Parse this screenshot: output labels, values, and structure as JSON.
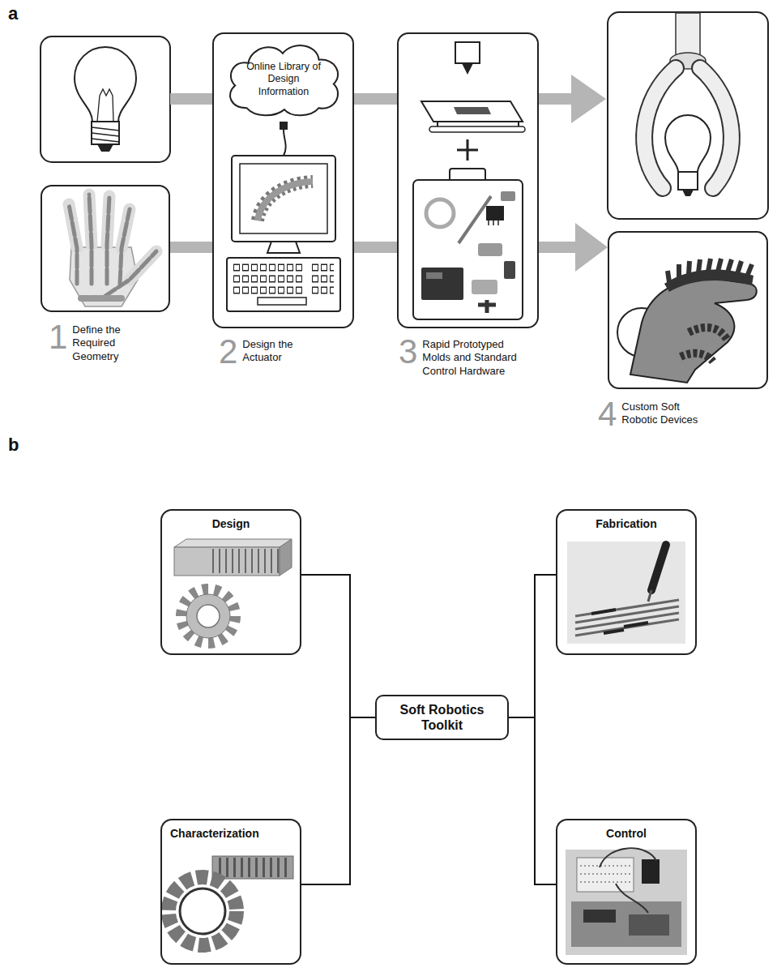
{
  "diagram": {
    "nodes": [
      {
        "text": [
          "1",
          "Define the Required Geometry"
        ]
      },
      {
        "text": [
          "2",
          "Design the Actuator"
        ]
      },
      {
        "text": [
          "Online Library of Design Information"
        ],
        "in": 1
      },
      {
        "text": [
          "3",
          "Rapid Prototyped Molds and Standard Control Hardware"
        ]
      },
      {
        "text": [
          "4",
          "Custom Soft Robotic Devices"
        ]
      },
      {
        "text": [
          "Design"
        ]
      },
      {
        "text": [
          "Fabrication"
        ]
      },
      {
        "text": [
          "Soft Robotics Toolkit"
        ]
      },
      {
        "text": [
          "Characterization"
        ]
      },
      {
        "text": [
          "Control"
        ]
      }
    ],
    "edges": [
      {
        "from": 0,
        "to": 1,
        "arrow": "none"
      },
      {
        "from": 1,
        "to": 3,
        "arrow": "none"
      },
      {
        "from": 1,
        "to": 3,
        "arrow": "none"
      },
      {
        "from": 3,
        "to": 4,
        "arrow": "to"
      },
      {
        "from": 7,
        "to": 5,
        "arrow": "none"
      },
      {
        "from": 7,
        "to": 6,
        "arrow": "none"
      },
      {
        "from": 7,
        "to": 8,
        "arrow": "none"
      },
      {
        "from": 7,
        "to": 9,
        "arrow": "none"
      }
    ],
    "labels": [
      "a",
      "b"
    ]
  }
}
